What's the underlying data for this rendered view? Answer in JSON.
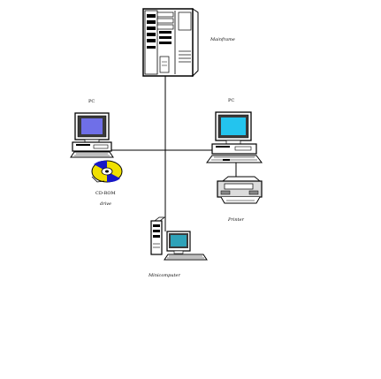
{
  "labels": {
    "mainframe": "Mainframe",
    "pc_left": "PC",
    "pc_right": "PC",
    "cdrom_line1": "CD-ROM",
    "cdrom_line2": "drive",
    "printer": "Printer",
    "minicomputer": "Minicomputer"
  },
  "colors": {
    "screen_left": "#6f6fe8",
    "screen_right": "#23c4ee",
    "screen_mini": "#2fa2b8",
    "disc_blue": "#1818c8",
    "disc_yellow": "#f0e000",
    "line": "#000000"
  }
}
